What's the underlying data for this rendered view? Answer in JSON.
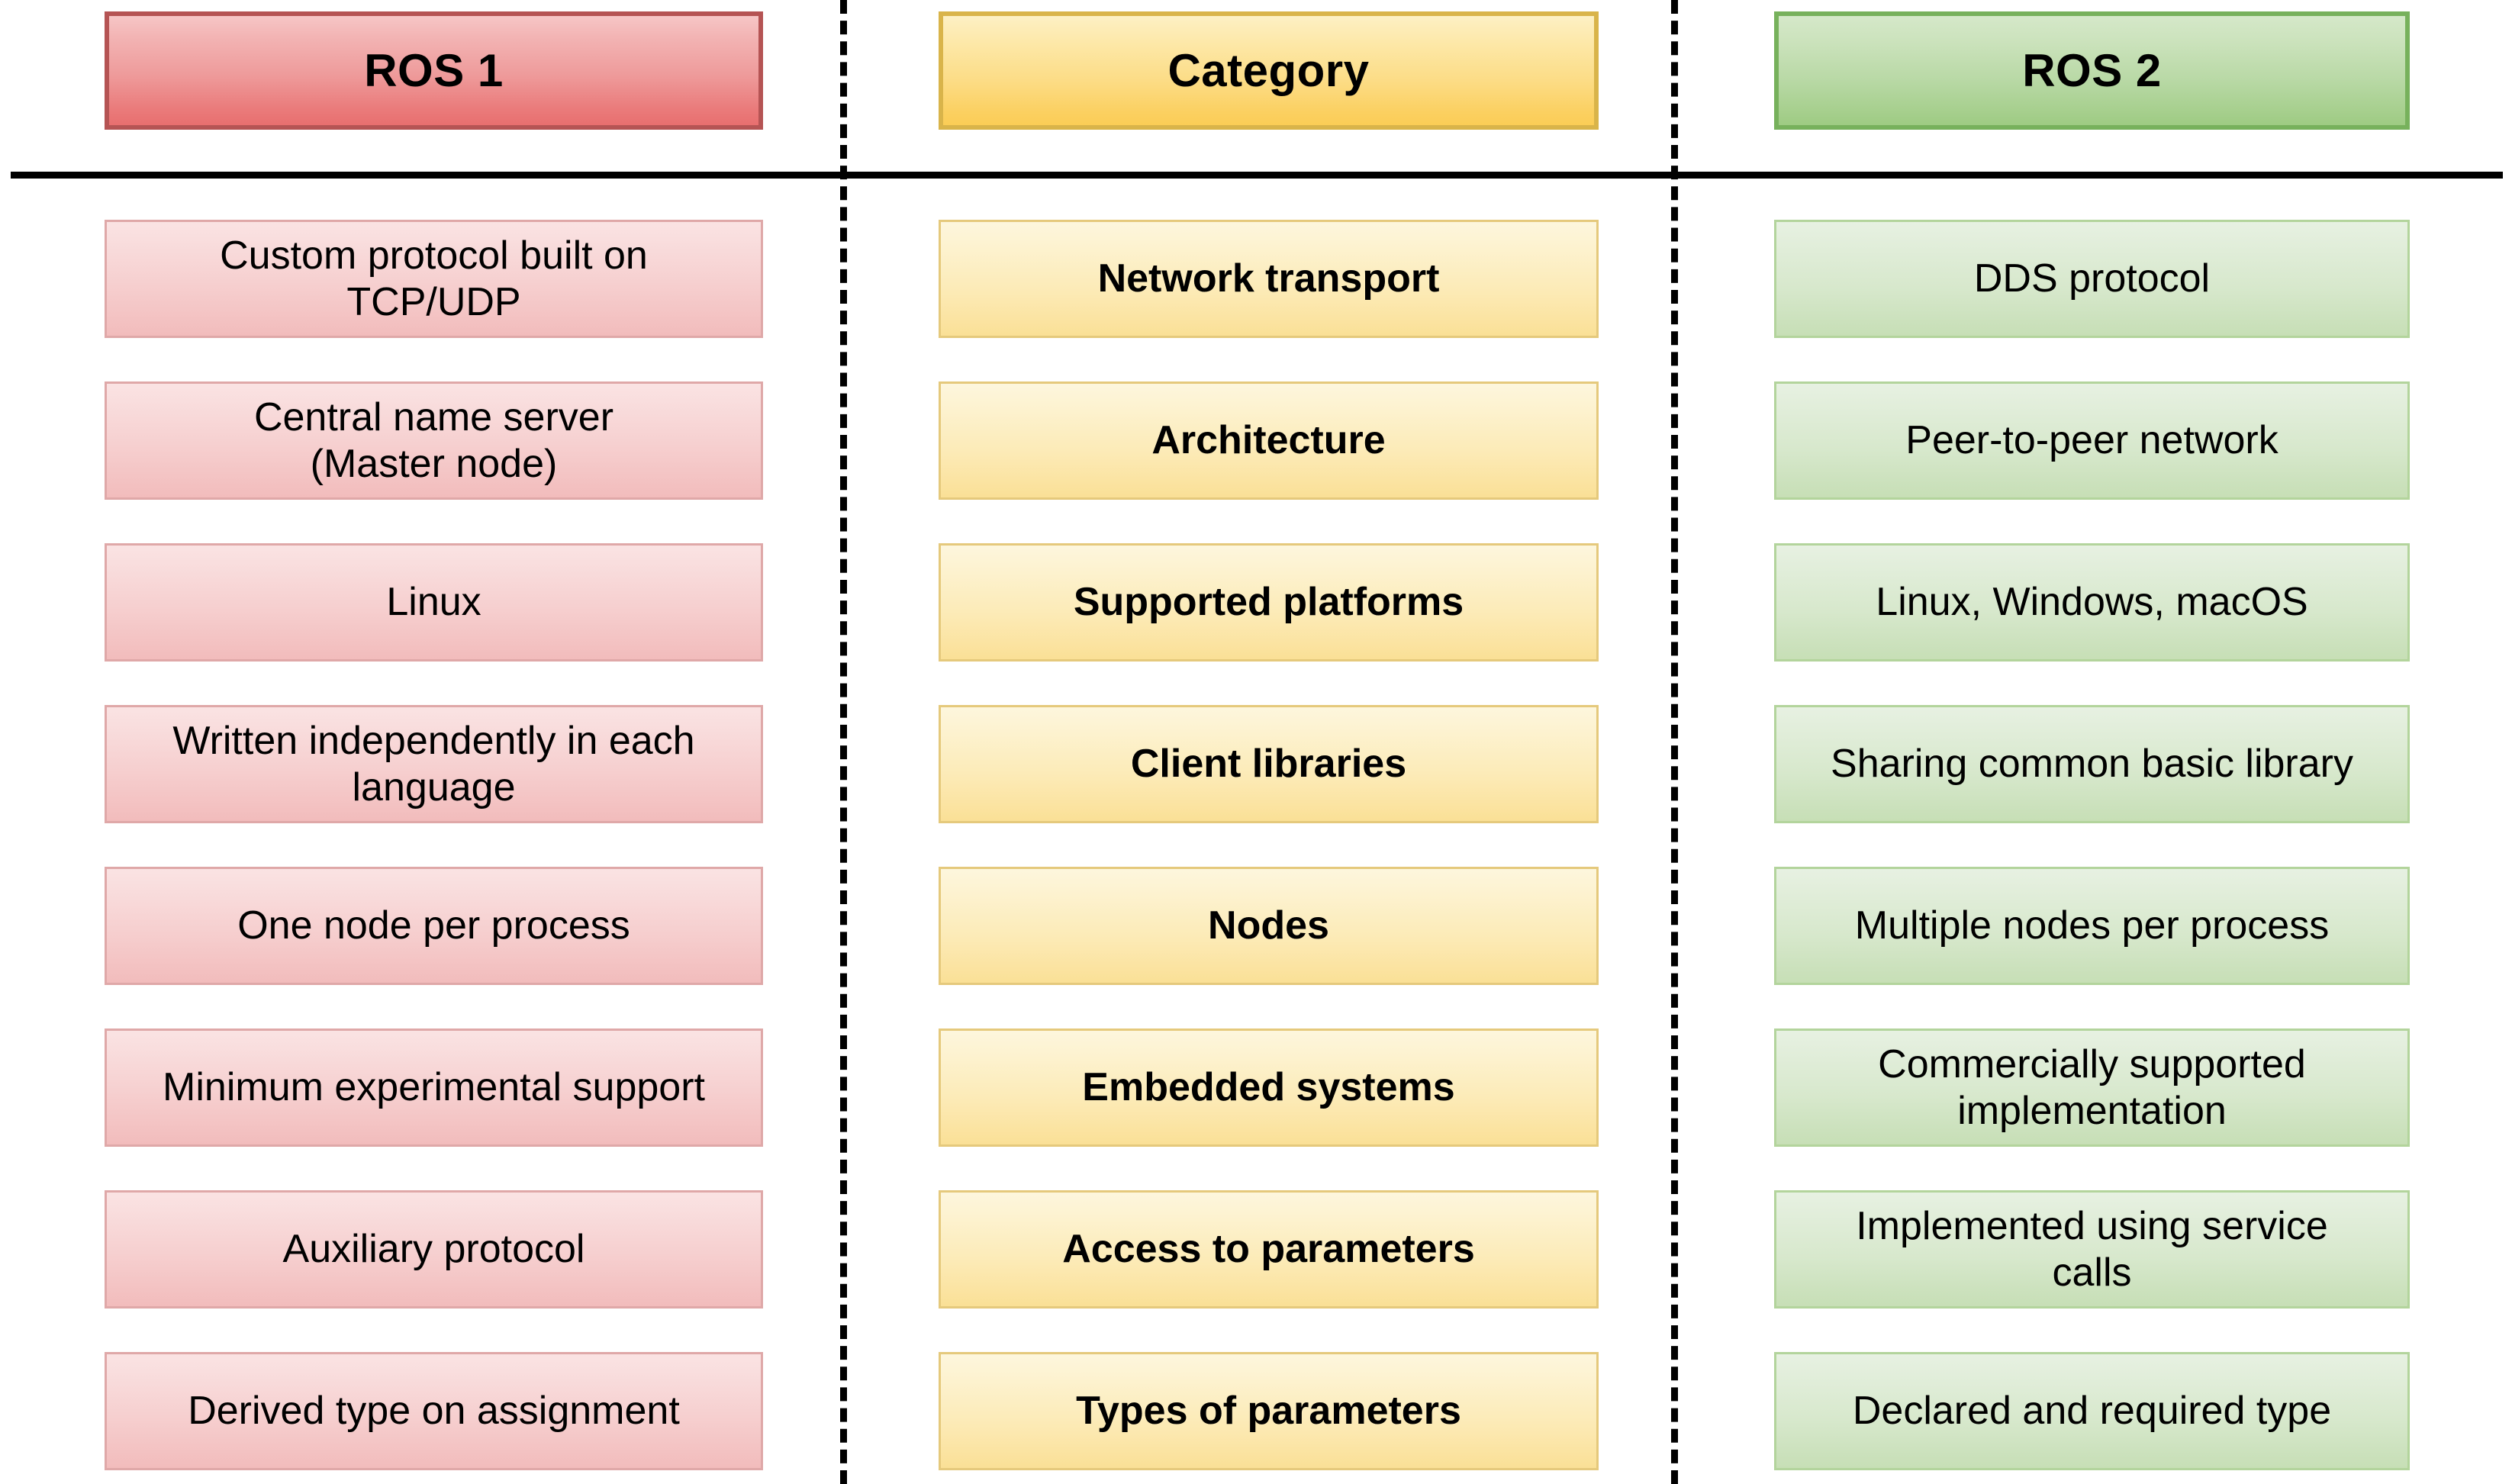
{
  "table": {
    "columns": [
      {
        "key": "ros1",
        "header": "ROS 1",
        "accent": "#e86f6f",
        "border": "#b55454"
      },
      {
        "key": "category",
        "header": "Category",
        "accent": "#fbcd56",
        "border": "#d9b44a"
      },
      {
        "key": "ros2",
        "header": "ROS 2",
        "accent": "#9ecb83",
        "border": "#77b15c"
      }
    ],
    "rows": [
      {
        "ros1": "Custom protocol built on\nTCP/UDP",
        "category": "Network transport",
        "ros2": "DDS protocol"
      },
      {
        "ros1": "Central name server\n(Master node)",
        "category": "Architecture",
        "ros2": "Peer-to-peer network"
      },
      {
        "ros1": "Linux",
        "category": "Supported platforms",
        "ros2": "Linux, Windows, macOS"
      },
      {
        "ros1": "Written independently in each\nlanguage",
        "category": "Client libraries",
        "ros2": "Sharing common basic library"
      },
      {
        "ros1": "One node per process",
        "category": "Nodes",
        "ros2": "Multiple nodes per process"
      },
      {
        "ros1": "Minimum experimental support",
        "category": "Embedded systems",
        "ros2": "Commercially supported\nimplementation"
      },
      {
        "ros1": "Auxiliary protocol",
        "category": "Access to parameters",
        "ros2": "Implemented using service\ncalls"
      },
      {
        "ros1": "Derived type on assignment",
        "category": "Types of parameters",
        "ros2": "Declared and required type"
      }
    ]
  }
}
